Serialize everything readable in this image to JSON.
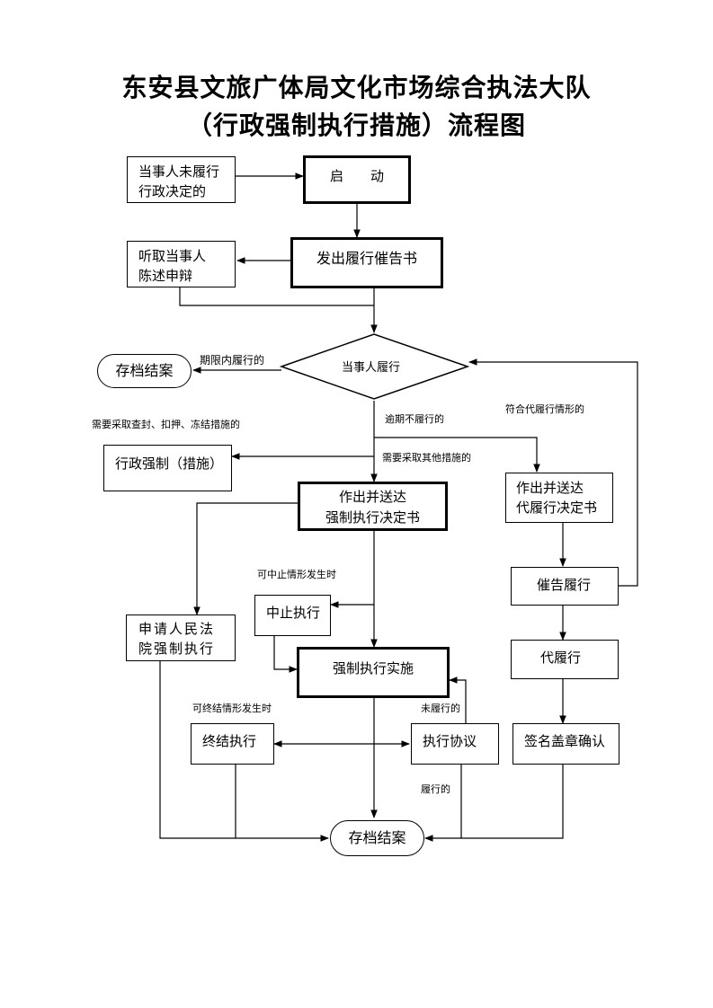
{
  "title": {
    "line1": "东安县文旅广体局文化市场综合执法大队",
    "line2": "（行政强制执行措施）流程图"
  },
  "nodes": {
    "not_fulfilled": [
      "当事人未履行",
      "行政决定的"
    ],
    "start": "启　　动",
    "hear_statement": [
      "听取当事人",
      "陈述申辩"
    ],
    "issue_notice": "发出履行催告书",
    "party_fulfills": "当事人履行",
    "archive_top": "存档结案",
    "admin_coercion": "行政强制（措施）",
    "make_decision": [
      "作出并送达",
      "强制执行决定书"
    ],
    "make_substitute_decision": [
      "作出并送达",
      "代履行决定书"
    ],
    "apply_court": [
      "申请人民法",
      "院强制执行"
    ],
    "suspend": "中止执行",
    "enforce": "强制执行实施",
    "urge": "催告履行",
    "substitute": "代履行",
    "terminate": "终结执行",
    "agreement": "执行协议",
    "sign_seal": "签名盖章确认",
    "archive_bottom": "存档结案"
  },
  "edge_labels": {
    "within_period": "期限内履行的",
    "overdue": "逾期不履行的",
    "substitute_case": "符合代履行情形的",
    "seal_measures": "需要采取查封、扣押、冻结措施的",
    "other_measures": "需要采取其他措施的",
    "can_suspend": "可中止情形发生时",
    "can_terminate": "可终结情形发生时",
    "not_performed": "未履行的",
    "performed": "履行的"
  }
}
